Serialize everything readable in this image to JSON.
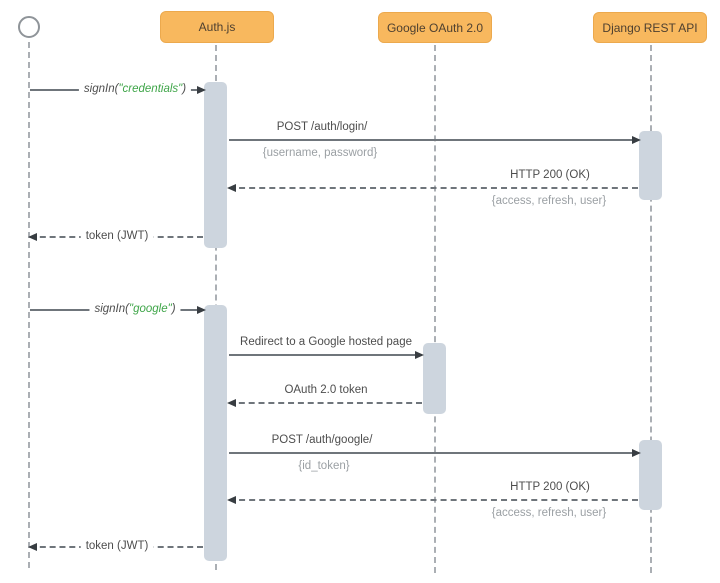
{
  "diagram": {
    "kind": "uml-sequence",
    "actor": {
      "shape": "circle",
      "label": ""
    },
    "participants": [
      {
        "name": "Auth.js"
      },
      {
        "name": "Google OAuth 2.0"
      },
      {
        "name": "Django REST API"
      }
    ],
    "messages": [
      {
        "prefix": "signIn(",
        "highlight": "\"credentials\"",
        "suffix": ")",
        "from": "Actor",
        "to": "Auth.js",
        "style": "solid"
      },
      {
        "label": "POST /auth/login/",
        "params": "{username, password}",
        "from": "Auth.js",
        "to": "Django REST API",
        "style": "solid"
      },
      {
        "label": "HTTP 200 (OK)",
        "params": "{access, refresh, user}",
        "from": "Django REST API",
        "to": "Auth.js",
        "style": "dashed-return"
      },
      {
        "label": "token (JWT)",
        "from": "Auth.js",
        "to": "Actor",
        "style": "dashed-return"
      },
      {
        "prefix": "signIn(",
        "highlight": "\"google\"",
        "suffix": ")",
        "from": "Actor",
        "to": "Auth.js",
        "style": "solid"
      },
      {
        "label": "Redirect to a Google hosted page",
        "from": "Auth.js",
        "to": "Google OAuth 2.0",
        "style": "solid"
      },
      {
        "label": "OAuth 2.0 token",
        "from": "Google OAuth 2.0",
        "to": "Auth.js",
        "style": "dashed-return"
      },
      {
        "label": "POST /auth/google/",
        "params": "{id_token}",
        "from": "Auth.js",
        "to": "Django REST API",
        "style": "solid"
      },
      {
        "label": "HTTP 200 (OK)",
        "params": "{access, refresh, user}",
        "from": "Django REST API",
        "to": "Auth.js",
        "style": "dashed-return"
      },
      {
        "label": "token (JWT)",
        "from": "Auth.js",
        "to": "Actor",
        "style": "dashed-return"
      }
    ],
    "colors": {
      "participant_fill": "#F8B85E",
      "participant_border": "#ECA94D",
      "participant_text": "#4E4030",
      "activation_fill": "#CDD5DE",
      "message_line": "#6F757B",
      "arrowhead": "#383D42",
      "lifeline": "#ABAFB4",
      "label_text": "#4D4D4D",
      "param_text": "#9BA0A4",
      "string_highlight_green": "#3EA548"
    }
  }
}
